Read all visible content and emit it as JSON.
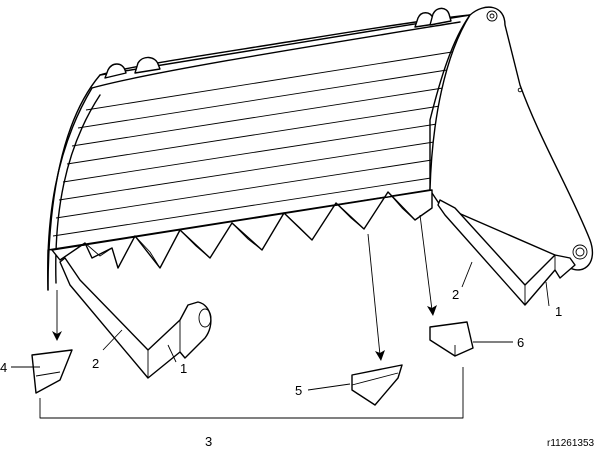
{
  "diagram": {
    "reference_code": "r11261353",
    "callouts": {
      "c1_right": "1",
      "c2_right": "2",
      "c1_left": "1",
      "c2_left": "2",
      "c3": "3",
      "c4": "4",
      "c5": "5",
      "c6": "6"
    }
  }
}
